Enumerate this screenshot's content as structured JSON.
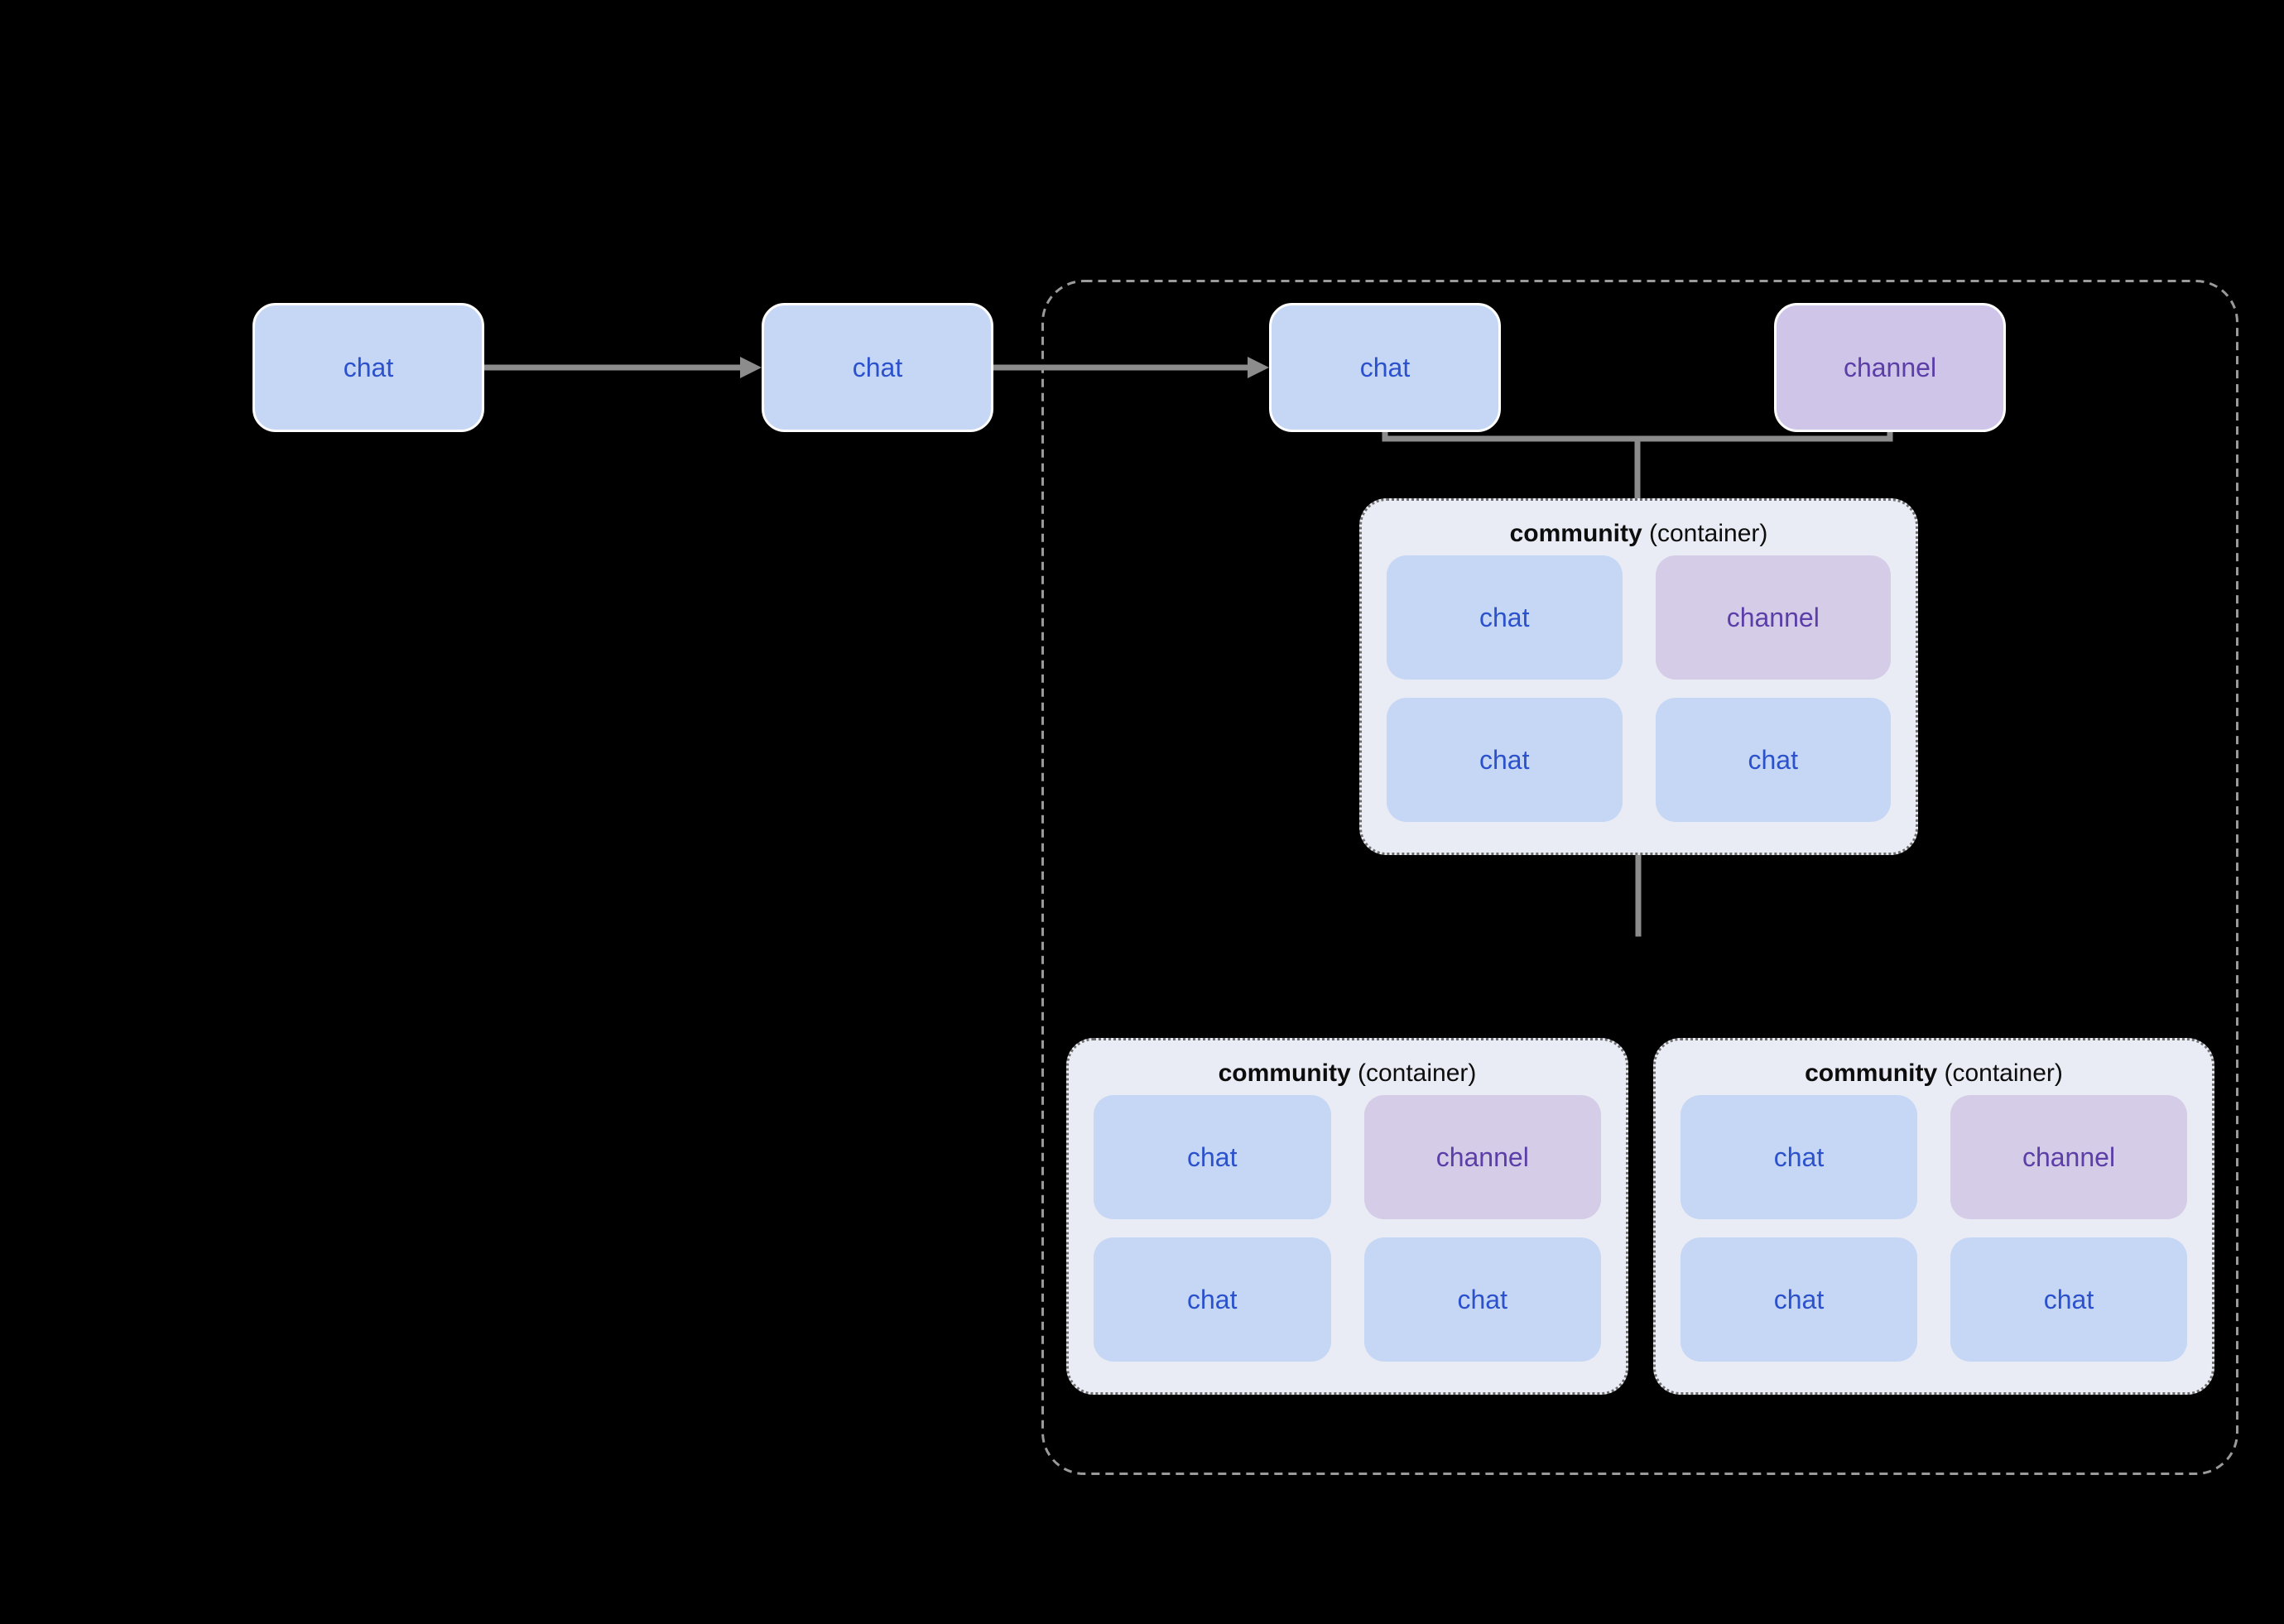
{
  "colors": {
    "background": "#000000",
    "chat_fill": "#c6d7f5",
    "chat_text": "#2b52cc",
    "channel_fill": "#cfc5e9",
    "channel_fill_inner": "#d5cce8",
    "channel_text": "#5b3ea8",
    "community_fill": "#e9ecf4",
    "community_border": "#6e6e6e",
    "community_title": "#0d0d0d",
    "outer_border": "#9a9a9a",
    "connector": "#8c8c8c",
    "node_border": "#ffffff"
  },
  "nodes": {
    "chat1": {
      "label": "chat"
    },
    "chat2": {
      "label": "chat"
    },
    "chat3": {
      "label": "chat"
    },
    "channel": {
      "label": "channel"
    }
  },
  "communities": [
    {
      "title_bold": "community",
      "title_suffix": " (container)",
      "children": [
        {
          "label": "chat",
          "type": "chat"
        },
        {
          "label": "channel",
          "type": "channel"
        },
        {
          "label": "chat",
          "type": "chat"
        },
        {
          "label": "chat",
          "type": "chat"
        }
      ]
    },
    {
      "title_bold": "community",
      "title_suffix": " (container)",
      "children": [
        {
          "label": "chat",
          "type": "chat"
        },
        {
          "label": "channel",
          "type": "channel"
        },
        {
          "label": "chat",
          "type": "chat"
        },
        {
          "label": "chat",
          "type": "chat"
        }
      ]
    },
    {
      "title_bold": "community",
      "title_suffix": " (container)",
      "children": [
        {
          "label": "chat",
          "type": "chat"
        },
        {
          "label": "channel",
          "type": "channel"
        },
        {
          "label": "chat",
          "type": "chat"
        },
        {
          "label": "chat",
          "type": "chat"
        }
      ]
    }
  ]
}
